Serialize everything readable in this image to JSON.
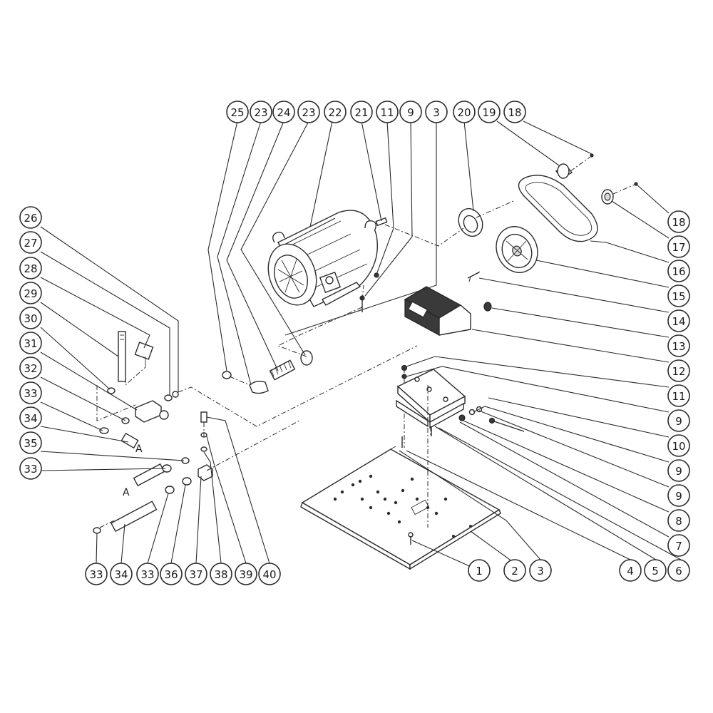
{
  "callouts": [
    {
      "label": "25"
    },
    {
      "label": "23"
    },
    {
      "label": "24"
    },
    {
      "label": "23"
    },
    {
      "label": "22"
    },
    {
      "label": "21"
    },
    {
      "label": "11"
    },
    {
      "label": "9"
    },
    {
      "label": "3"
    },
    {
      "label": "20"
    },
    {
      "label": "19"
    },
    {
      "label": "18"
    },
    {
      "label": "18"
    },
    {
      "label": "17"
    },
    {
      "label": "16"
    },
    {
      "label": "15"
    },
    {
      "label": "14"
    },
    {
      "label": "13"
    },
    {
      "label": "12"
    },
    {
      "label": "11"
    },
    {
      "label": "9"
    },
    {
      "label": "10"
    },
    {
      "label": "9"
    },
    {
      "label": "9"
    },
    {
      "label": "8"
    },
    {
      "label": "7"
    },
    {
      "label": "6"
    },
    {
      "label": "5"
    },
    {
      "label": "4"
    },
    {
      "label": "3"
    },
    {
      "label": "2"
    },
    {
      "label": "1"
    },
    {
      "label": "26"
    },
    {
      "label": "27"
    },
    {
      "label": "28"
    },
    {
      "label": "29"
    },
    {
      "label": "30"
    },
    {
      "label": "31"
    },
    {
      "label": "32"
    },
    {
      "label": "33"
    },
    {
      "label": "34"
    },
    {
      "label": "35"
    },
    {
      "label": "33"
    },
    {
      "label": "33"
    },
    {
      "label": "34"
    },
    {
      "label": "33"
    },
    {
      "label": "36"
    },
    {
      "label": "37"
    },
    {
      "label": "38"
    },
    {
      "label": "39"
    },
    {
      "label": "40"
    }
  ],
  "markers": [
    {
      "label": "A"
    },
    {
      "label": "A"
    }
  ]
}
